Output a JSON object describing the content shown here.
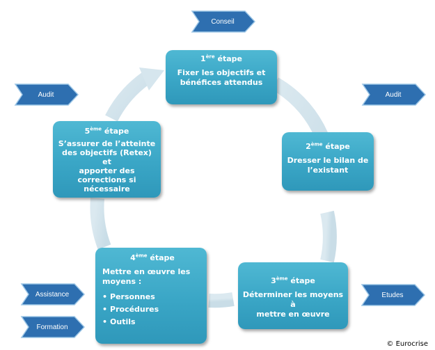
{
  "steps": [
    {
      "num": "1",
      "sup": "ère",
      "word": "étape",
      "text": [
        "Fixer les objectifs et",
        "bénéfices attendus"
      ]
    },
    {
      "num": "2",
      "sup": "ème",
      "word": "étape",
      "text": [
        "Dresser le bilan de",
        "l’existant"
      ]
    },
    {
      "num": "3",
      "sup": "ème",
      "word": "étape",
      "text": [
        "Déterminer les moyens à",
        "mettre en œuvre"
      ]
    },
    {
      "num": "4",
      "sup": "ème",
      "word": "étape",
      "text": [
        "Mettre en œuvre les",
        "moyens :"
      ],
      "bullets": [
        "Personnes",
        "Procédures",
        "Outils"
      ]
    },
    {
      "num": "5",
      "sup": "ème",
      "word": "étape",
      "text": [
        "S’assurer de l’atteinte",
        "des objectifs (Retex) et",
        "apporter des",
        "corrections si",
        "nécessaire"
      ]
    }
  ],
  "tags": {
    "conseil": "Conseil",
    "audit_left": "Audit",
    "audit_right": "Audit",
    "assistance": "Assistance",
    "formation": "Formation",
    "etudes": "Etudes"
  },
  "colors": {
    "box": "#3aa6c6",
    "ring": "#d6e6ee",
    "tag": "#2e6fb0"
  },
  "copyright": "© Eurocrise"
}
